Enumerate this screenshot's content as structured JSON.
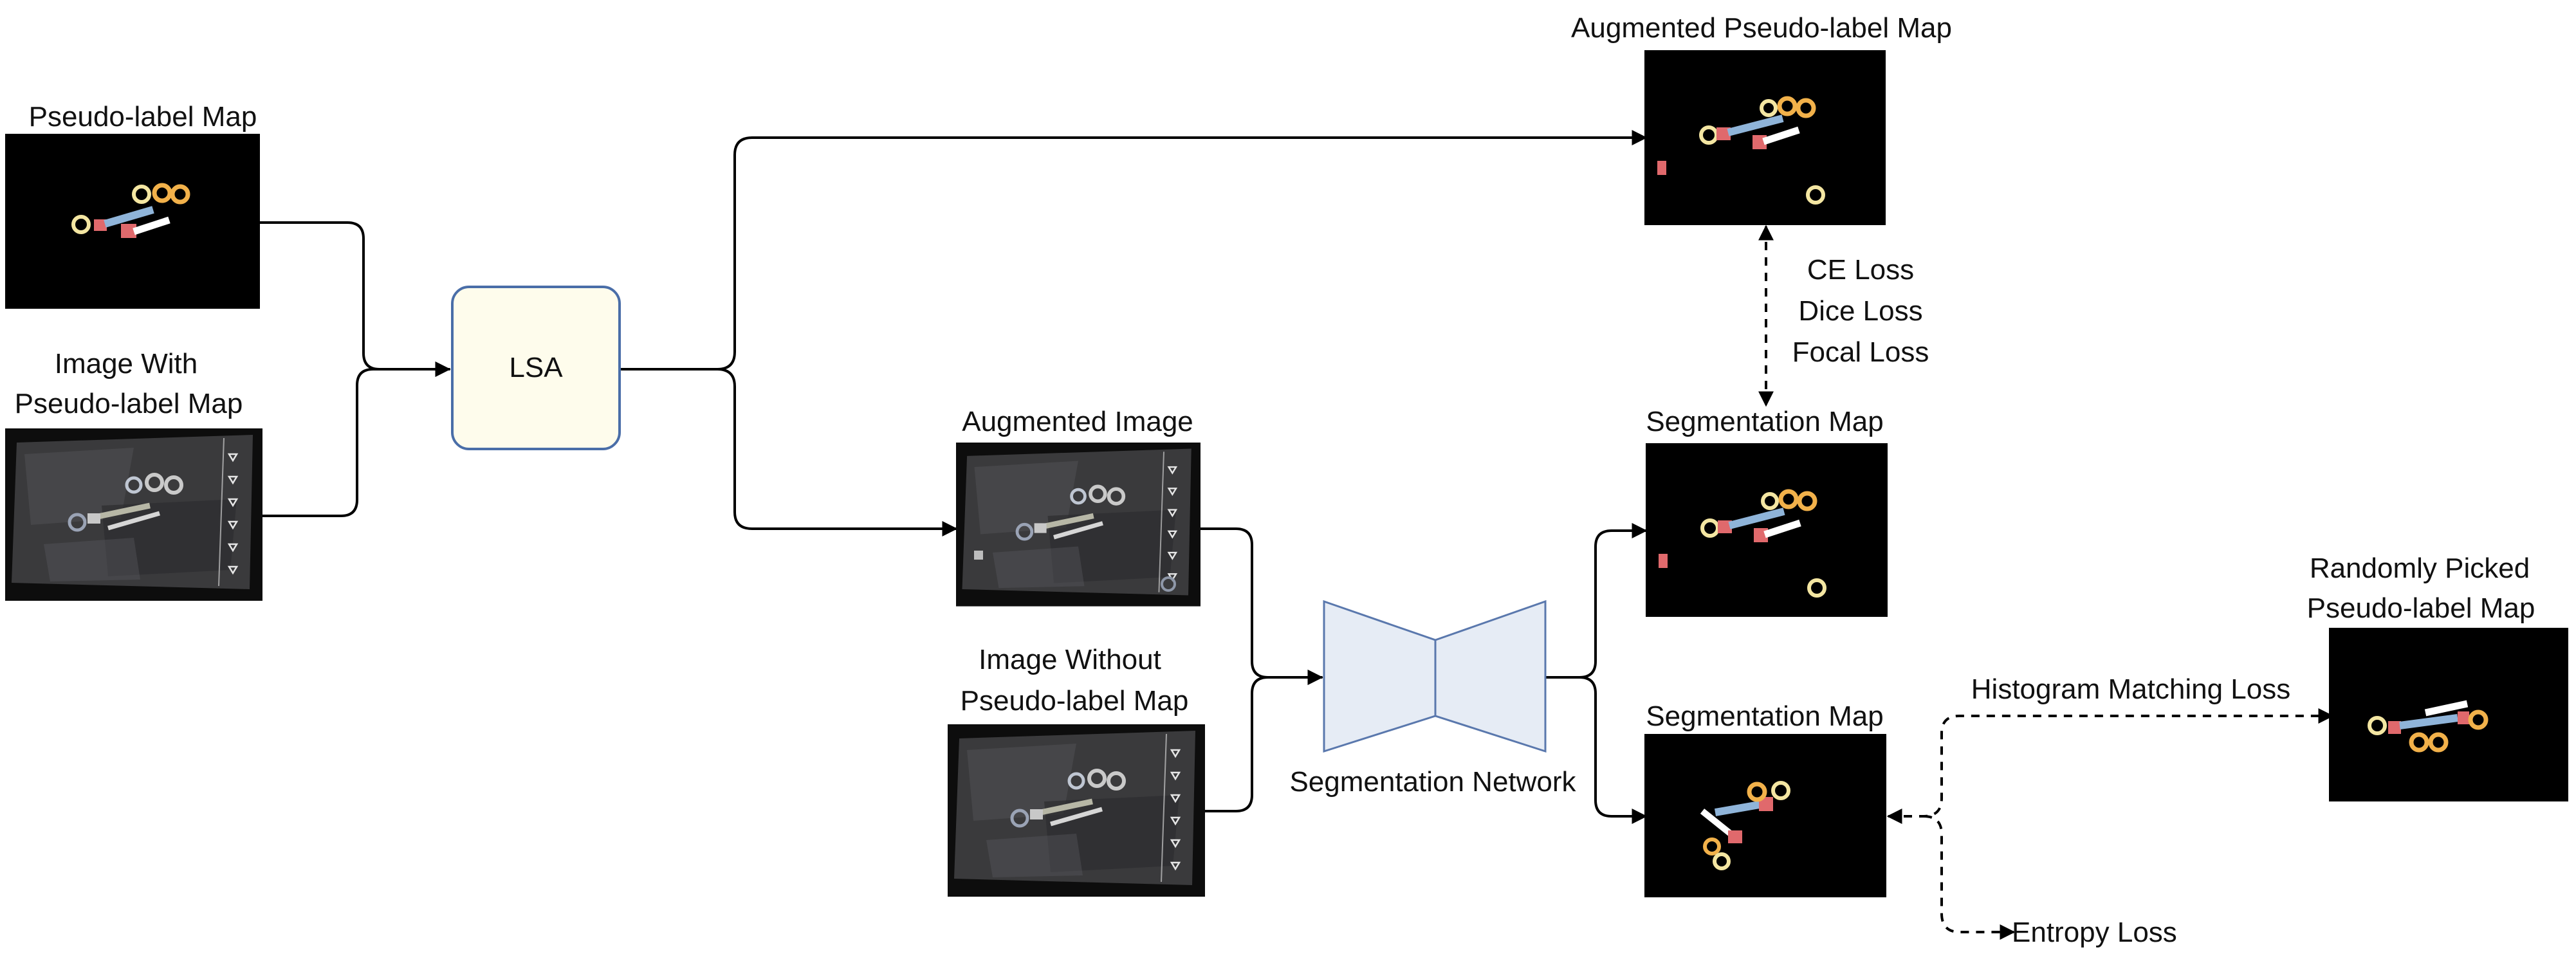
{
  "labels": {
    "pseudo_label_map": "Pseudo-label Map",
    "image_with_line1": "Image With",
    "image_with_line2": "Pseudo-label Map",
    "lsa": "LSA",
    "augmented_pseudo_label_map": "Augmented Pseudo-label Map",
    "augmented_image": "Augmented Image",
    "image_without_line1": "Image Without",
    "image_without_line2": "Pseudo-label Map",
    "segmentation_network": "Segmentation Network",
    "segmentation_map_top": "Segmentation Map",
    "segmentation_map_bottom": "Segmentation Map",
    "ce_loss": "CE Loss",
    "dice_loss": "Dice Loss",
    "focal_loss": "Focal Loss",
    "histogram_matching_loss": "Histogram Matching Loss",
    "entropy_loss": "Entropy Loss",
    "randomly_picked_line1": "Randomly Picked",
    "randomly_picked_line2": "Pseudo-label Map"
  },
  "colors": {
    "lsa_fill": "#fefcec",
    "lsa_stroke": "#4a6ea8",
    "network_fill": "#e6ecf5",
    "network_stroke": "#5a78ad",
    "map_background": "#000000",
    "photo_background": "#2b2b2b",
    "label_yellow": "#f4e6a2",
    "label_orange": "#f2b14a",
    "label_blue": "#8fb4d9",
    "label_red": "#e0696c",
    "label_white": "#ffffff"
  }
}
